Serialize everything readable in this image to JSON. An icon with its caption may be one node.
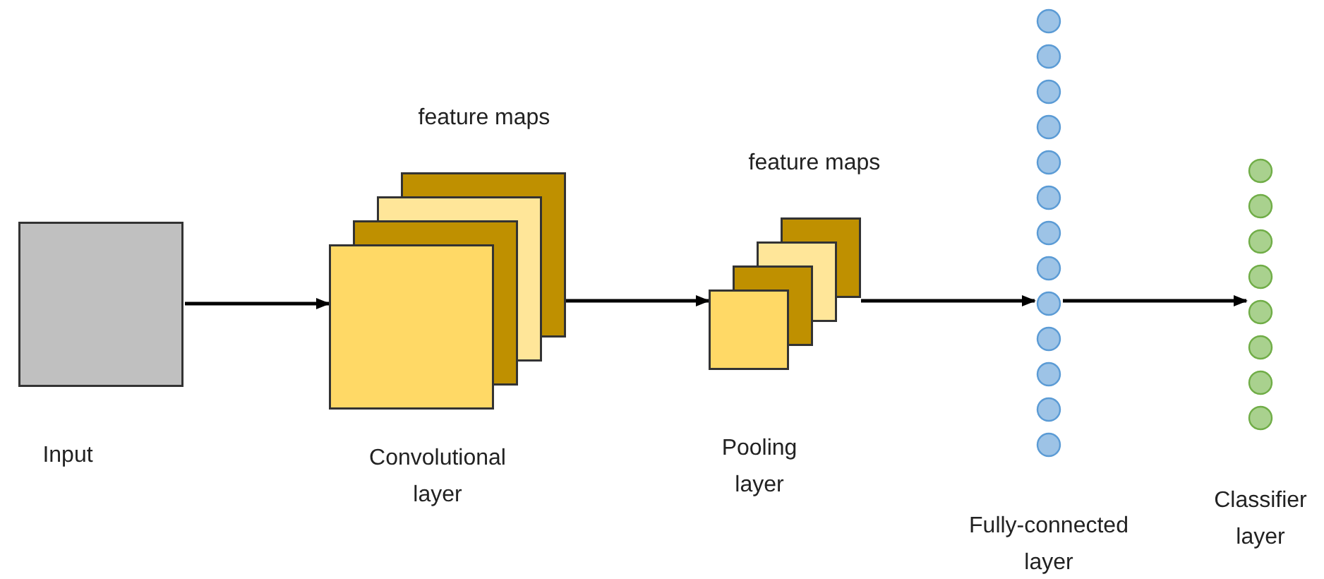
{
  "diagram": {
    "nodes": [
      {
        "text": [],
        "shape": "box",
        "beside": [
          "Input"
        ]
      },
      {
        "text": [],
        "shape": "box",
        "beside": [
          "feature maps",
          "Convolutional layer"
        ]
      },
      {
        "text": [],
        "shape": "box",
        "beside": [
          "feature maps",
          "Pooling layer"
        ]
      },
      {
        "text": [],
        "shape": "circle",
        "beside": [
          "Fully-connected layer"
        ]
      },
      {
        "text": [],
        "shape": "circle",
        "beside": [
          "Classifier layer"
        ]
      }
    ],
    "edges": [
      {
        "from": 0,
        "to": 1,
        "arrow": "to"
      },
      {
        "from": 1,
        "to": 2,
        "arrow": "to"
      },
      {
        "from": 2,
        "to": 3,
        "arrow": "to"
      },
      {
        "from": 3,
        "to": 4,
        "arrow": "to"
      }
    ]
  }
}
